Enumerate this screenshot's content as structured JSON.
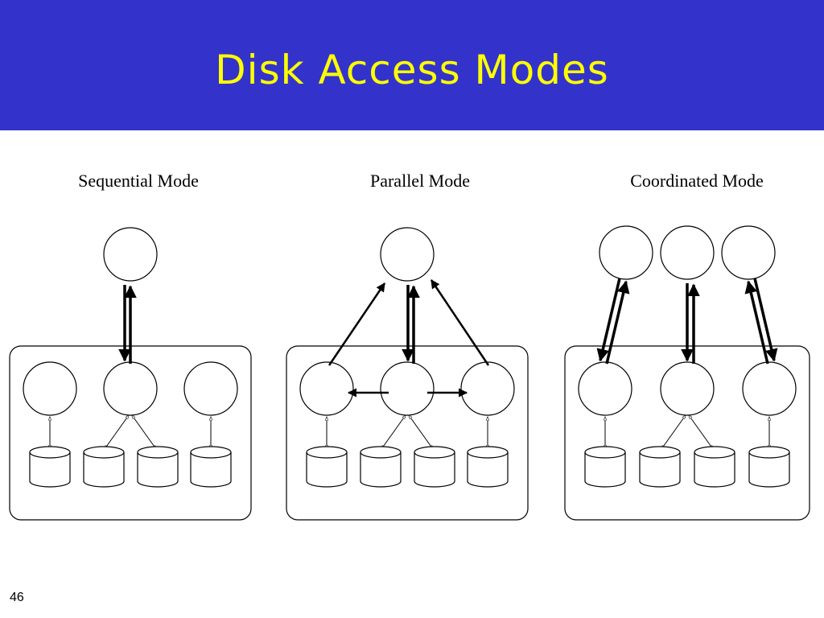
{
  "slide": {
    "title": "Disk Access Modes",
    "number": "46"
  },
  "colors": {
    "title_background": "#3333cc",
    "title_text": "#ffff00",
    "diagram_stroke": "#000000"
  },
  "panels": [
    {
      "id": "sequential",
      "label": "Sequential Mode"
    },
    {
      "id": "parallel",
      "label": "Parallel Mode"
    },
    {
      "id": "coordinated",
      "label": "Coordinated Mode"
    }
  ]
}
